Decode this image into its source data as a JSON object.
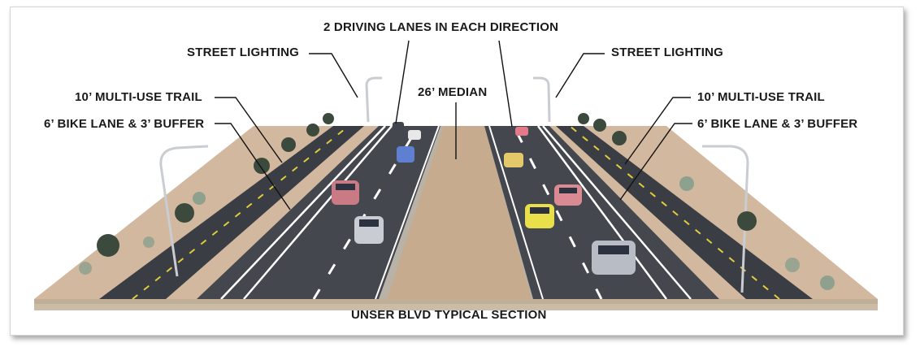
{
  "labels": {
    "driving_lanes": "2 DRIVING LANES IN EACH DIRECTION",
    "street_lighting_left": "STREET LIGHTING",
    "street_lighting_right": "STREET LIGHTING",
    "trail_left": "10’ MULTI-USE TRAIL",
    "trail_right": "10’ MULTI-USE TRAIL",
    "bike_left": "6’ BIKE LANE & 3’ BUFFER",
    "bike_right": "6’ BIKE LANE & 3’ BUFFER",
    "median": "26’ MEDIAN",
    "caption": "UNSER BLVD TYPICAL SECTION"
  },
  "colors": {
    "asphalt": "#45474f",
    "median": "#c8ad90",
    "dirt": "#cdb399",
    "base": "#cfc0ad",
    "lane_marking": "#ffffff",
    "bike_line": "#e8d23a"
  }
}
